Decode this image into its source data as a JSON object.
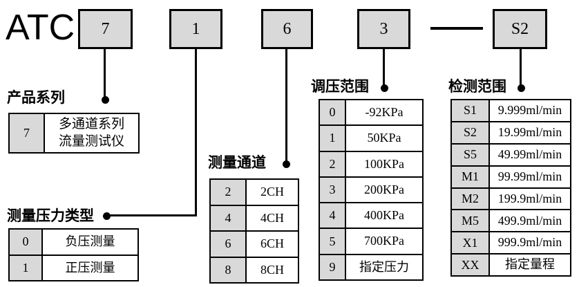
{
  "brand": {
    "label": "ATC"
  },
  "code_boxes": [
    {
      "label": "7"
    },
    {
      "label": "1"
    },
    {
      "label": "6"
    },
    {
      "label": "3"
    },
    {
      "label": "S2"
    }
  ],
  "separator": {
    "type": "dash"
  },
  "colors": {
    "box_fill": "#d9d9d9",
    "code_cell_fill": "#d9d9d9",
    "border": "#000000",
    "background": "#ffffff"
  },
  "tables": [
    {
      "id": "product-series",
      "title": "产品系列",
      "rows": [
        {
          "code": "7",
          "desc": "多通道系列\n流量测试仪"
        }
      ]
    },
    {
      "id": "pressure-type",
      "title": "测量压力类型",
      "rows": [
        {
          "code": "0",
          "desc": "负压测量"
        },
        {
          "code": "1",
          "desc": "正压测量"
        }
      ]
    },
    {
      "id": "channels",
      "title": "测量通道",
      "rows": [
        {
          "code": "2",
          "desc": "2CH"
        },
        {
          "code": "4",
          "desc": "4CH"
        },
        {
          "code": "6",
          "desc": "6CH"
        },
        {
          "code": "8",
          "desc": "8CH"
        }
      ]
    },
    {
      "id": "pressure-range",
      "title": "调压范围",
      "rows": [
        {
          "code": "0",
          "desc": "-92KPa"
        },
        {
          "code": "1",
          "desc": "50KPa"
        },
        {
          "code": "2",
          "desc": "100KPa"
        },
        {
          "code": "3",
          "desc": "200KPa"
        },
        {
          "code": "4",
          "desc": "400KPa"
        },
        {
          "code": "5",
          "desc": "700KPa"
        },
        {
          "code": "9",
          "desc": "指定压力"
        }
      ]
    },
    {
      "id": "detection-range",
      "title": "检测范围",
      "rows": [
        {
          "code": "S1",
          "desc": "9.999ml/min"
        },
        {
          "code": "S2",
          "desc": "19.99ml/min"
        },
        {
          "code": "S5",
          "desc": "49.99ml/min"
        },
        {
          "code": "M1",
          "desc": "99.99ml/min"
        },
        {
          "code": "M2",
          "desc": "199.9ml/min"
        },
        {
          "code": "M5",
          "desc": "499.9ml/min"
        },
        {
          "code": "X1",
          "desc": "999.9ml/min"
        },
        {
          "code": "XX",
          "desc": "指定量程"
        }
      ]
    }
  ]
}
